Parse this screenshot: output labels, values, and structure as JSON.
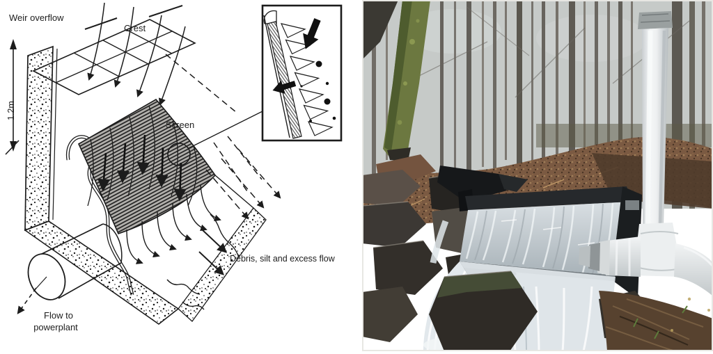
{
  "diagram": {
    "labels": {
      "weir_overflow": "Weir overflow",
      "crest": "Crest",
      "height": "1.2m",
      "screen": "Screen",
      "debris": "Debris, silt and excess flow",
      "flow_line1": "Flow to",
      "flow_line2": "powerplant"
    },
    "ink_color": "#1c1c1c"
  },
  "photo": {
    "colors": {
      "sky": "#c6cbc9",
      "forest_trunks": "#5f5b54",
      "moss_green": "#6c7840",
      "leaf_litter": "#7b5a42",
      "rock_dark": "#2d2a25",
      "rock_brown": "#74543f",
      "plastic_black": "#16181a",
      "screen_water": "#c9d1d6",
      "waterfall_white": "#e8eef1",
      "pvc_pipe_white": "#eef0f1",
      "soil_bank": "#57422f"
    }
  }
}
